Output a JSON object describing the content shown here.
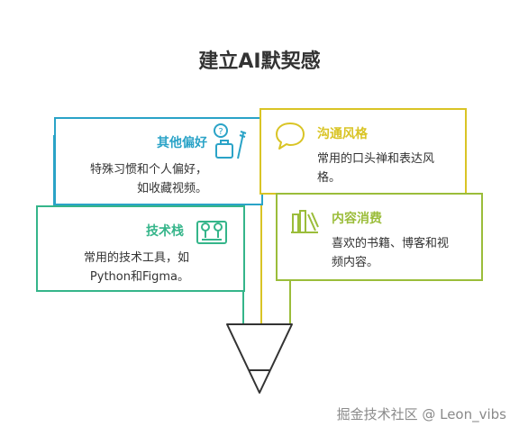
{
  "title": "建立AI默契感",
  "cards": {
    "other_prefs": {
      "heading": "其他偏好",
      "body_line1": "特殊习惯和个人偏好，",
      "body_line2": "如收藏视频。",
      "color": "#2aa3c7"
    },
    "communication": {
      "heading": "沟通风格",
      "body_line1": "常用的口头禅和表达风",
      "body_line2": "格。",
      "color": "#d9c425"
    },
    "tech_stack": {
      "heading": "技术栈",
      "body_line1": "常用的技术工具，如",
      "body_line2": "Python和Figma。",
      "color": "#35b58a"
    },
    "content": {
      "heading": "内容消费",
      "body_line1": "喜欢的书籍、博客和视",
      "body_line2": "频内容。",
      "color": "#9bbd3a"
    }
  },
  "watermark": "掘金技术社区 @ Leon_vibs"
}
